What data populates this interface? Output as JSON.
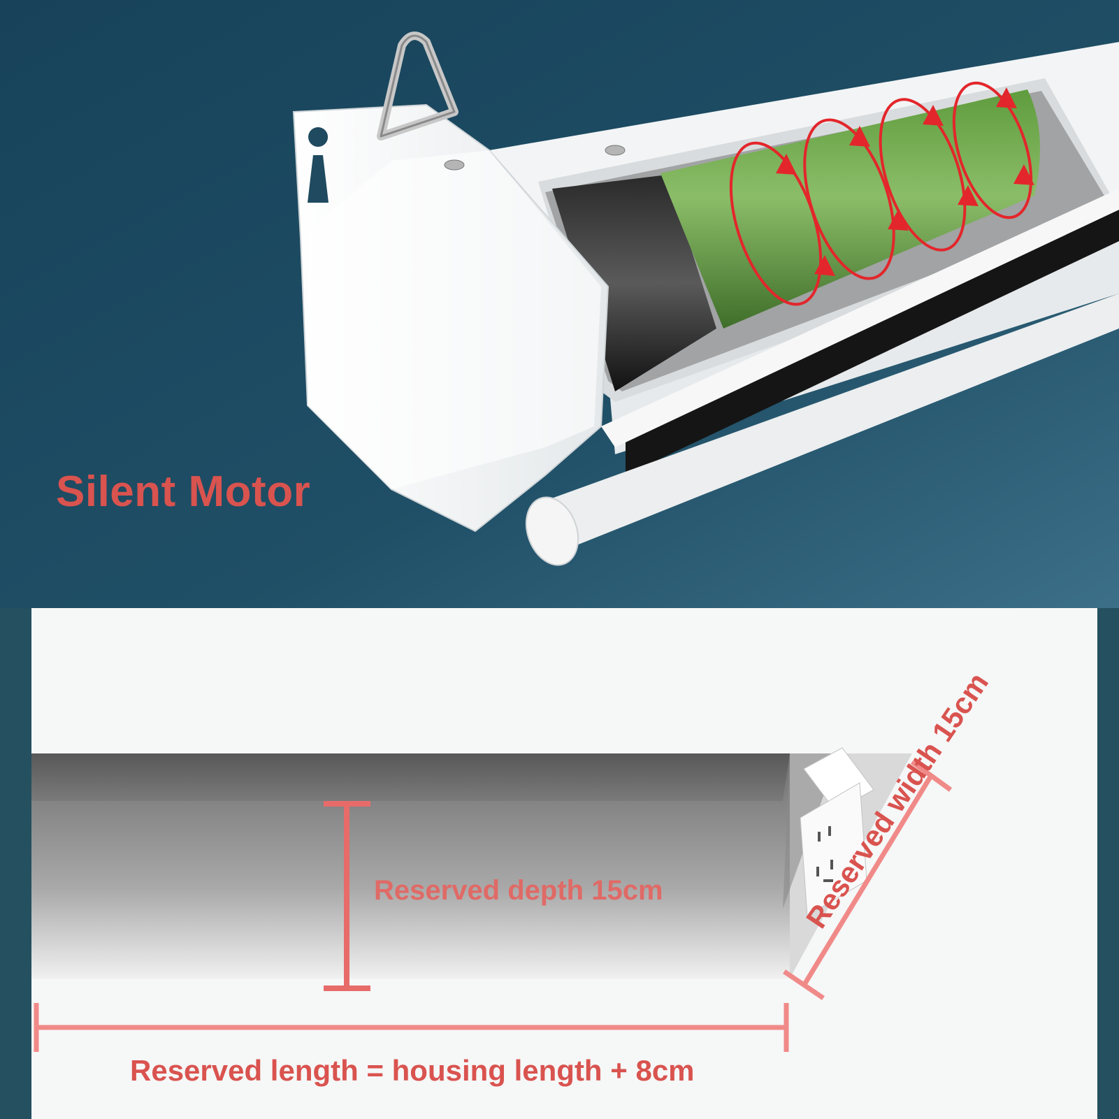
{
  "top_panel": {
    "heading": "Silent Motor"
  },
  "bottom_panel": {
    "depth_label": "Reserved depth 15cm",
    "width_label": "Reserved width 15cm",
    "length_label": "Reserved length = housing length + 8cm"
  },
  "colors": {
    "background_teal": "#1e4a5e",
    "accent_red": "#d9534f",
    "motor_green": "#6fa64a",
    "housing_white": "#f4f4f4",
    "recess_gray": "#7a7a7a"
  }
}
